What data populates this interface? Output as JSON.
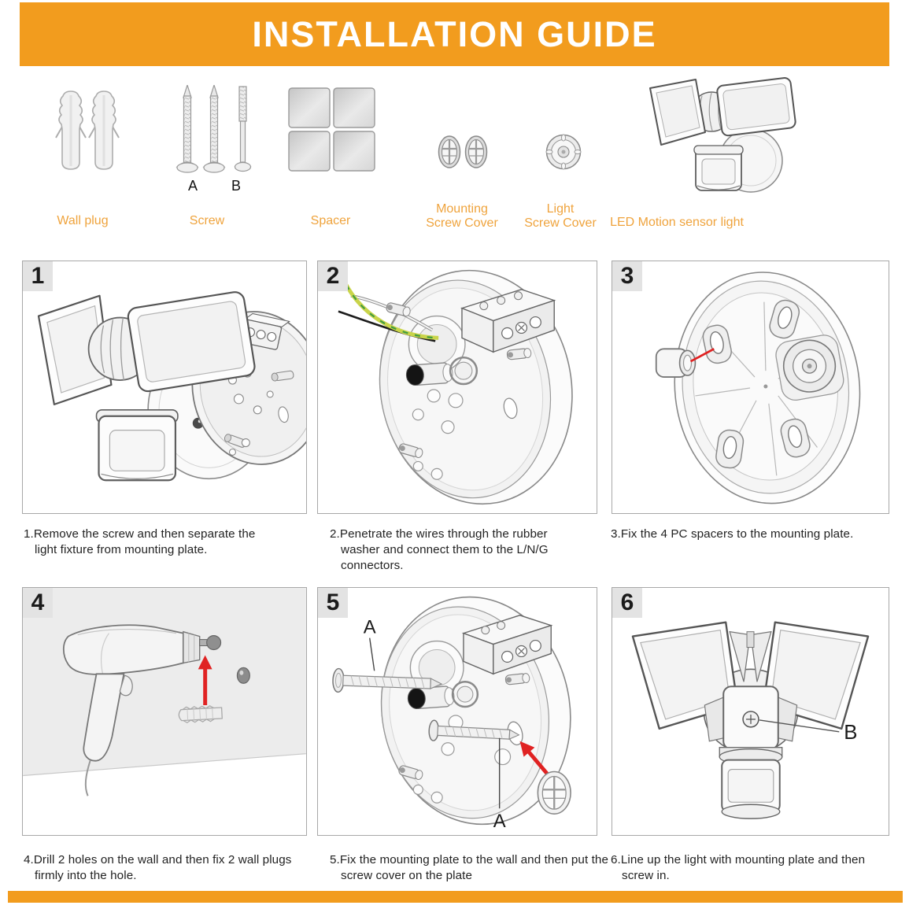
{
  "header": {
    "title": "INSTALLATION GUIDE"
  },
  "colors": {
    "banner_orange": "#F29C1E",
    "label_orange": "#EFA33C",
    "arrow_red": "#E02222",
    "wire_green_yellow": "#c9d44a",
    "wire_black": "#1c1c1c"
  },
  "parts": {
    "wall_plug": {
      "label": "Wall plug"
    },
    "screw": {
      "label": "Screw",
      "size_a": "A",
      "size_b": "B"
    },
    "spacer": {
      "label": "Spacer"
    },
    "mounting_screw_cover": {
      "label_line1": "Mounting",
      "label_line2": "Screw Cover"
    },
    "light_screw_cover": {
      "label_line1": "Light",
      "label_line2": "Screw Cover"
    },
    "led_light": {
      "label": "LED Motion sensor light"
    }
  },
  "steps": {
    "s1": {
      "badge": "1",
      "caption": "1.Remove the screw and then separate the light fixture from mounting plate."
    },
    "s2": {
      "badge": "2",
      "caption": "2.Penetrate the wires through the rubber washer and connect them to the L/N/G connectors."
    },
    "s3": {
      "badge": "3",
      "caption": "3.Fix the 4 PC spacers to the mounting plate."
    },
    "s4": {
      "badge": "4",
      "caption": "4.Drill 2 holes on the wall and then fix 2 wall plugs firmly into the hole."
    },
    "s5": {
      "badge": "5",
      "caption": "5.Fix the mounting plate to the wall and then put the screw cover on the plate",
      "screw_label_top": "A",
      "screw_label_bottom": "A"
    },
    "s6": {
      "badge": "6",
      "caption": "6.Line up the light with mounting plate and then screw in.",
      "screw_label": "B"
    }
  }
}
